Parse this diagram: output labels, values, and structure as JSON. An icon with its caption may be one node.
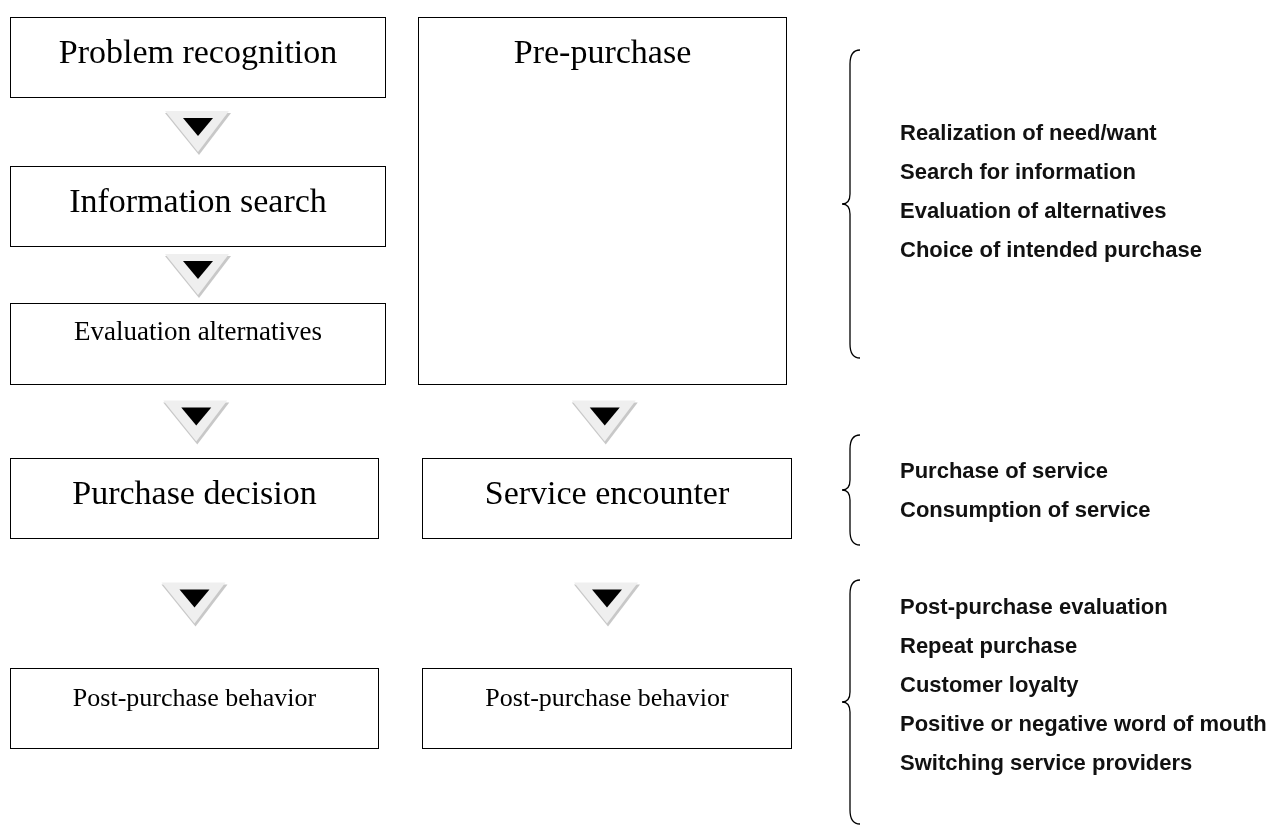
{
  "diagram": {
    "nodes": [
      {
        "text": [
          "Problem recognition"
        ]
      },
      {
        "text": [
          "Pre-purchase"
        ]
      },
      {
        "text": [
          "Information search"
        ]
      },
      {
        "text": [
          "Evaluation alternatives"
        ]
      },
      {
        "text": [
          "Purchase decision"
        ]
      },
      {
        "text": [
          "Service encounter"
        ]
      },
      {
        "text": [
          "Post-purchase behavior"
        ]
      },
      {
        "text": [
          "Post-purchase behavior"
        ]
      }
    ],
    "edges": [
      {
        "from": 0,
        "to": 2,
        "arrow": "to"
      },
      {
        "from": 2,
        "to": 3,
        "arrow": "to"
      },
      {
        "from": 3,
        "to": 4,
        "arrow": "to"
      },
      {
        "from": 1,
        "to": 5,
        "arrow": "to"
      },
      {
        "from": 4,
        "to": 6,
        "arrow": "to"
      },
      {
        "from": 5,
        "to": 7,
        "arrow": "to"
      }
    ],
    "labels": [
      "Realization of need/want",
      "Search for information",
      "Evaluation of alternatives",
      "Choice of intended purchase",
      "Purchase of service",
      "Consumption of service",
      "Post-purchase evaluation",
      "Repeat purchase",
      "Customer loyalty",
      "Positive or negative word of mouth",
      "Switching service providers"
    ]
  }
}
